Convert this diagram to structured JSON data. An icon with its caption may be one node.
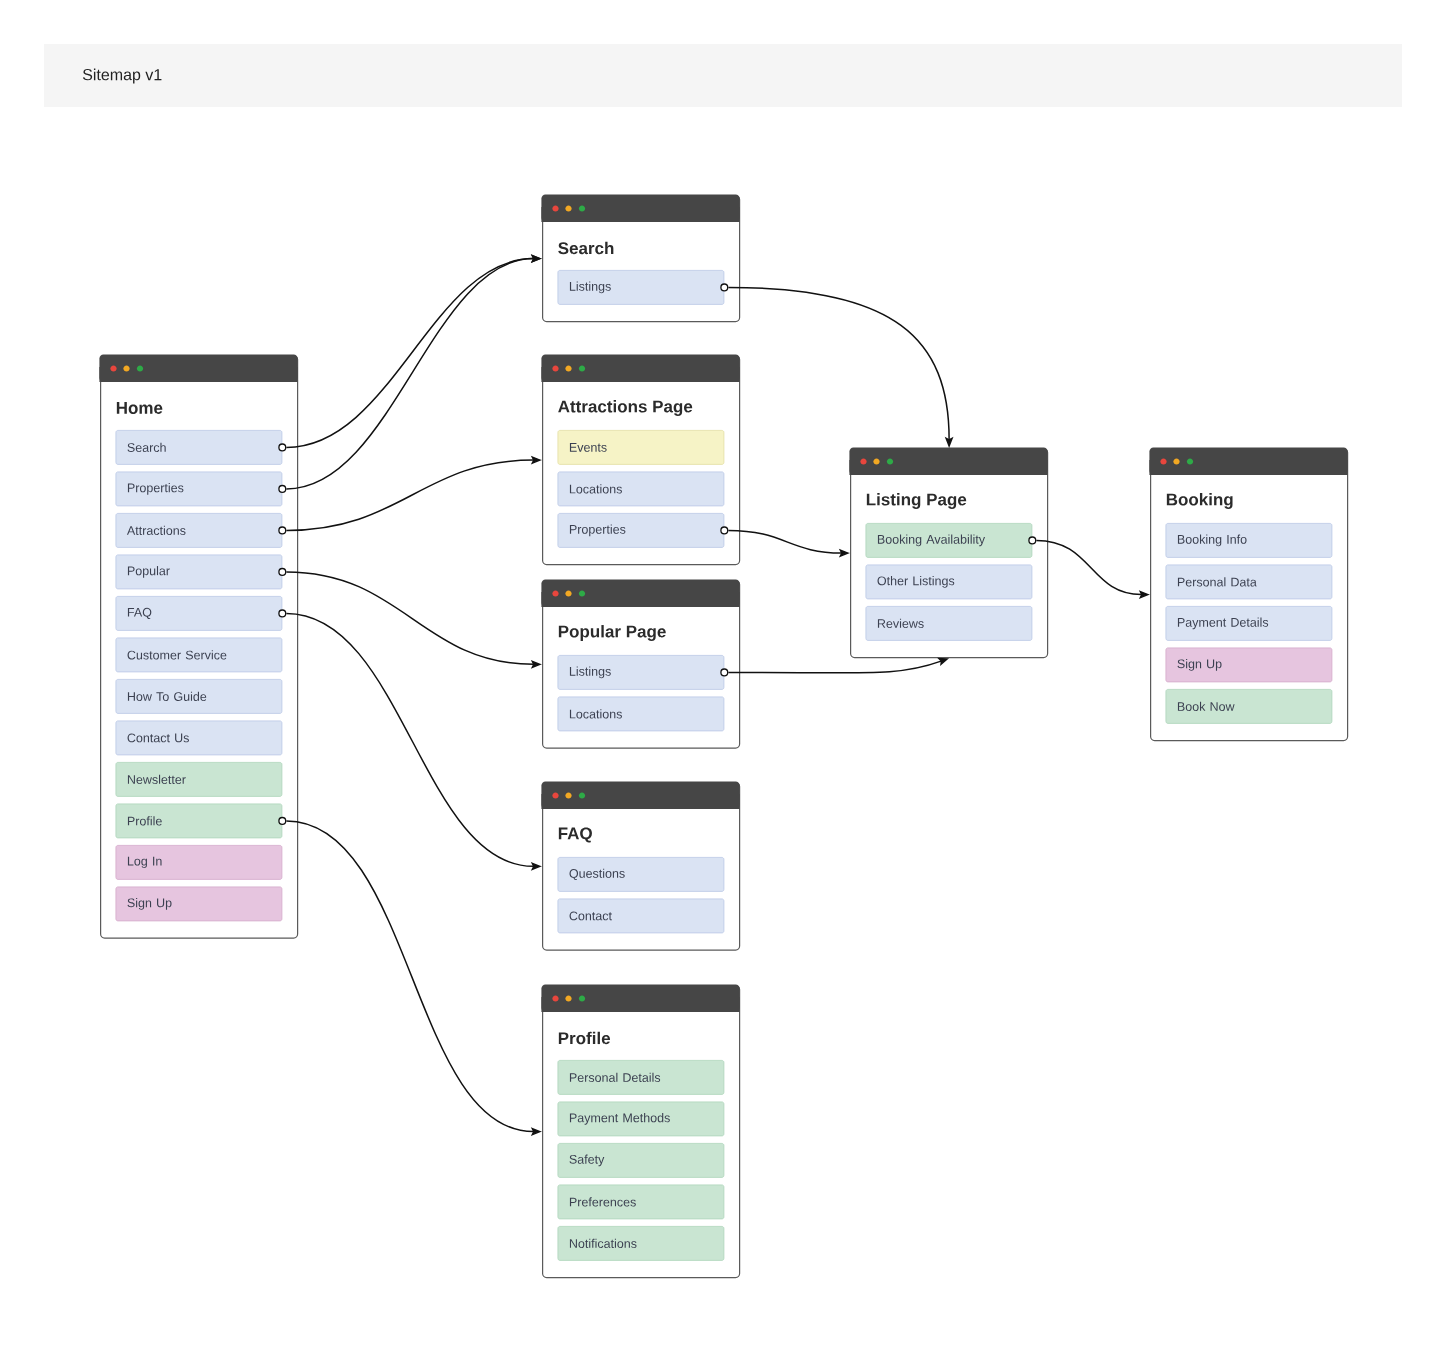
{
  "diagram": {
    "title": "Sitemap v1",
    "nodes": [
      {
        "text": [
          "Home"
        ]
      },
      {
        "text": [
          "Search"
        ],
        "in": 0
      },
      {
        "text": [
          "Properties"
        ],
        "in": 0
      },
      {
        "text": [
          "Attractions"
        ],
        "in": 0
      },
      {
        "text": [
          "Popular"
        ],
        "in": 0
      },
      {
        "text": [
          "FAQ"
        ],
        "in": 0
      },
      {
        "text": [
          "Customer Service"
        ],
        "in": 0
      },
      {
        "text": [
          "How To Guide"
        ],
        "in": 0
      },
      {
        "text": [
          "Contact Us"
        ],
        "in": 0
      },
      {
        "text": [
          "Newsletter"
        ],
        "in": 0
      },
      {
        "text": [
          "Profile"
        ],
        "in": 0
      },
      {
        "text": [
          "Log In"
        ],
        "in": 0
      },
      {
        "text": [
          "Sign Up"
        ],
        "in": 0
      },
      {
        "text": [
          "Search"
        ]
      },
      {
        "text": [
          "Listings"
        ],
        "in": 13
      },
      {
        "text": [
          "Attractions Page"
        ]
      },
      {
        "text": [
          "Events"
        ],
        "in": 15
      },
      {
        "text": [
          "Locations"
        ],
        "in": 15
      },
      {
        "text": [
          "Properties"
        ],
        "in": 15
      },
      {
        "text": [
          "Popular Page"
        ]
      },
      {
        "text": [
          "Listings"
        ],
        "in": 19
      },
      {
        "text": [
          "Locations"
        ],
        "in": 19
      },
      {
        "text": [
          "FAQ"
        ]
      },
      {
        "text": [
          "Questions"
        ],
        "in": 22
      },
      {
        "text": [
          "Contact"
        ],
        "in": 22
      },
      {
        "text": [
          "Profile"
        ]
      },
      {
        "text": [
          "Personal Details"
        ],
        "in": 25
      },
      {
        "text": [
          "Payment Methods"
        ],
        "in": 25
      },
      {
        "text": [
          "Safety"
        ],
        "in": 25
      },
      {
        "text": [
          "Preferences"
        ],
        "in": 25
      },
      {
        "text": [
          "Notifications"
        ],
        "in": 25
      },
      {
        "text": [
          "Listing Page"
        ]
      },
      {
        "text": [
          "Booking Availability"
        ],
        "in": 31
      },
      {
        "text": [
          "Other Listings"
        ],
        "in": 31
      },
      {
        "text": [
          "Reviews"
        ],
        "in": 31
      },
      {
        "text": [
          "Booking"
        ]
      },
      {
        "text": [
          "Booking Info"
        ],
        "in": 35
      },
      {
        "text": [
          "Personal Data"
        ],
        "in": 35
      },
      {
        "text": [
          "Payment Details"
        ],
        "in": 35
      },
      {
        "text": [
          "Sign Up"
        ],
        "in": 35
      },
      {
        "text": [
          "Book Now"
        ],
        "in": 35
      }
    ],
    "edges": [
      {
        "from": 1,
        "to": 13,
        "arrow": "to"
      },
      {
        "from": 2,
        "to": 13,
        "arrow": "to"
      },
      {
        "from": 3,
        "to": 15,
        "arrow": "to"
      },
      {
        "from": 4,
        "to": 19,
        "arrow": "to"
      },
      {
        "from": 5,
        "to": 22,
        "arrow": "to"
      },
      {
        "from": 10,
        "to": 25,
        "arrow": "to"
      },
      {
        "from": 14,
        "to": 31,
        "arrow": "to"
      },
      {
        "from": 18,
        "to": 31,
        "arrow": "to"
      },
      {
        "from": 20,
        "to": 31,
        "arrow": "to"
      },
      {
        "from": 32,
        "to": 35,
        "arrow": "to"
      }
    ]
  }
}
